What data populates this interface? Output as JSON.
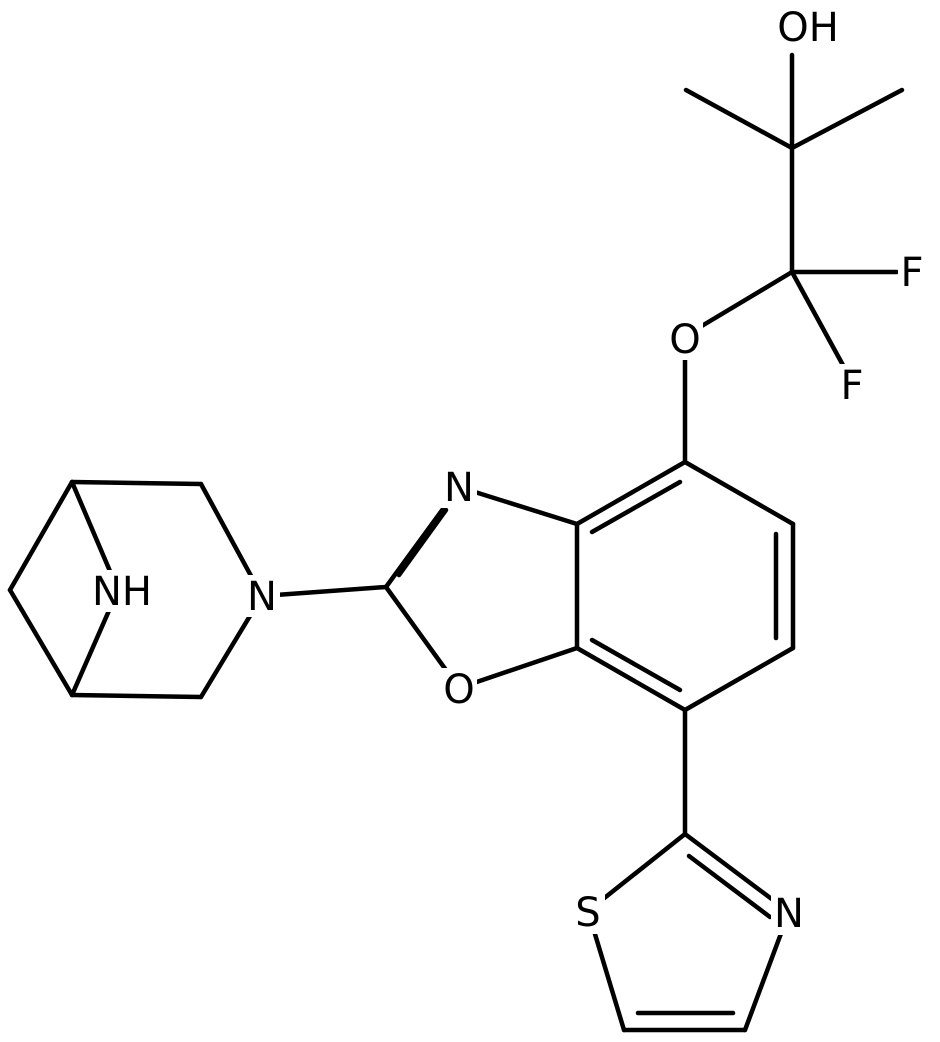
{
  "colors": {
    "bond": "#000000",
    "background": "#ffffff"
  },
  "atom_labels": {
    "hydroxyl": "OH",
    "fluorine_1": "F",
    "fluorine_2": "F",
    "ether_oxygen": "O",
    "oxazole_nitrogen": "N",
    "oxazole_oxygen": "O",
    "amine_nitrogen": "N",
    "bridge_nh": "NH",
    "thiazole_sulfur": "S",
    "thiazole_nitrogen": "N"
  }
}
